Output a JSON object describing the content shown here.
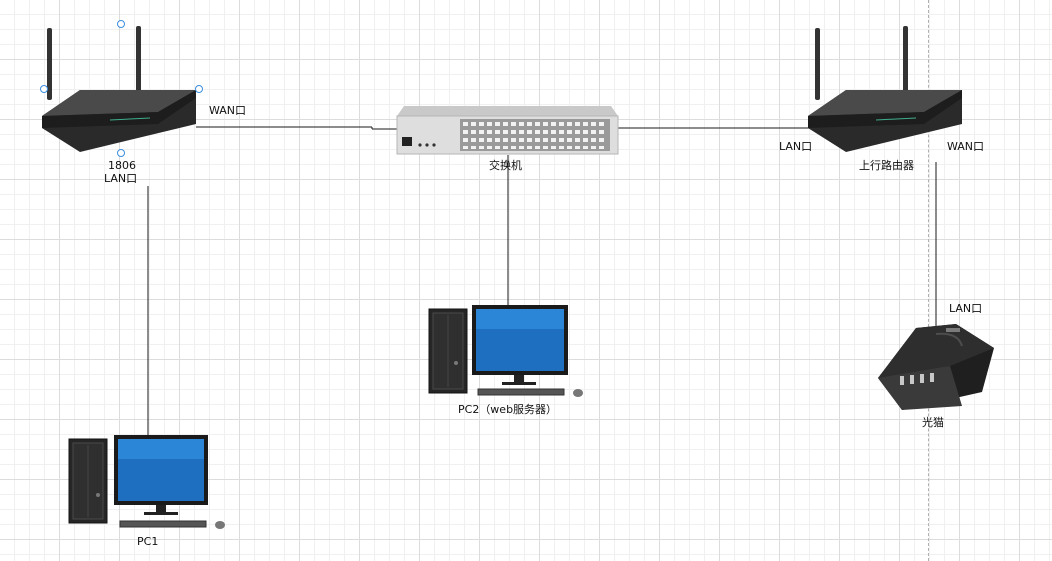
{
  "diagram": {
    "devices": {
      "router_1806": {
        "name": "1806",
        "port_label_top": "WAN口",
        "port_label_bottom": "LAN口"
      },
      "switch": {
        "name": "交换机"
      },
      "upstream_router": {
        "name": "上行路由器",
        "lan_label": "LAN口",
        "wan_label": "WAN口"
      },
      "modem": {
        "name": "光猫",
        "lan_label": "LAN口"
      },
      "pc1": {
        "name": "PC1"
      },
      "pc2": {
        "name": "PC2（web服务器）"
      }
    },
    "colors": {
      "wire": "#1a1a1a",
      "router_body": "#2b2b2b",
      "monitor_screen": "#1e6fc0",
      "switch_body": "#d8d8d8"
    }
  }
}
